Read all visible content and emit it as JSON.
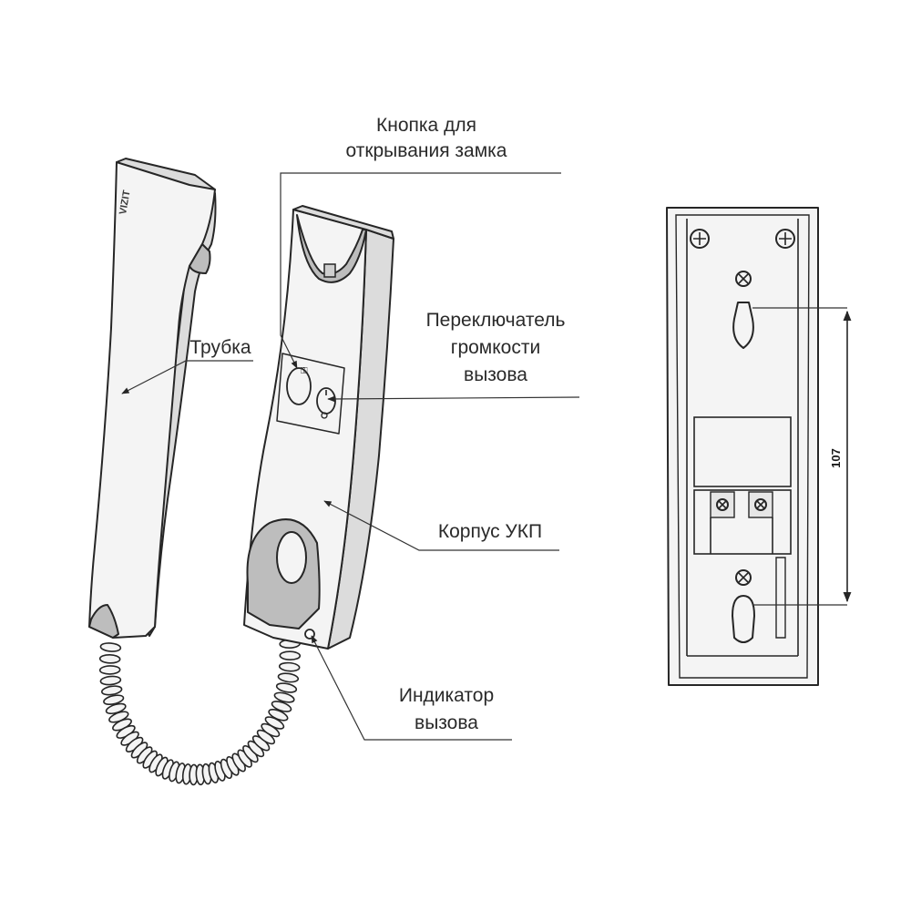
{
  "labels": {
    "lock_button": [
      "Кнопка для",
      "открывания замка"
    ],
    "handset": "Трубка",
    "volume_switch": [
      "Переключатель",
      "громкости",
      "вызова"
    ],
    "housing": "Корпус УКП",
    "call_indicator": [
      "Индикатор",
      "вызова"
    ]
  },
  "brand_logo": "VIZIT",
  "dimension": "107",
  "colors": {
    "line": "#262626",
    "fill": "#f4f4f4",
    "shade": "#dcdcdc"
  }
}
